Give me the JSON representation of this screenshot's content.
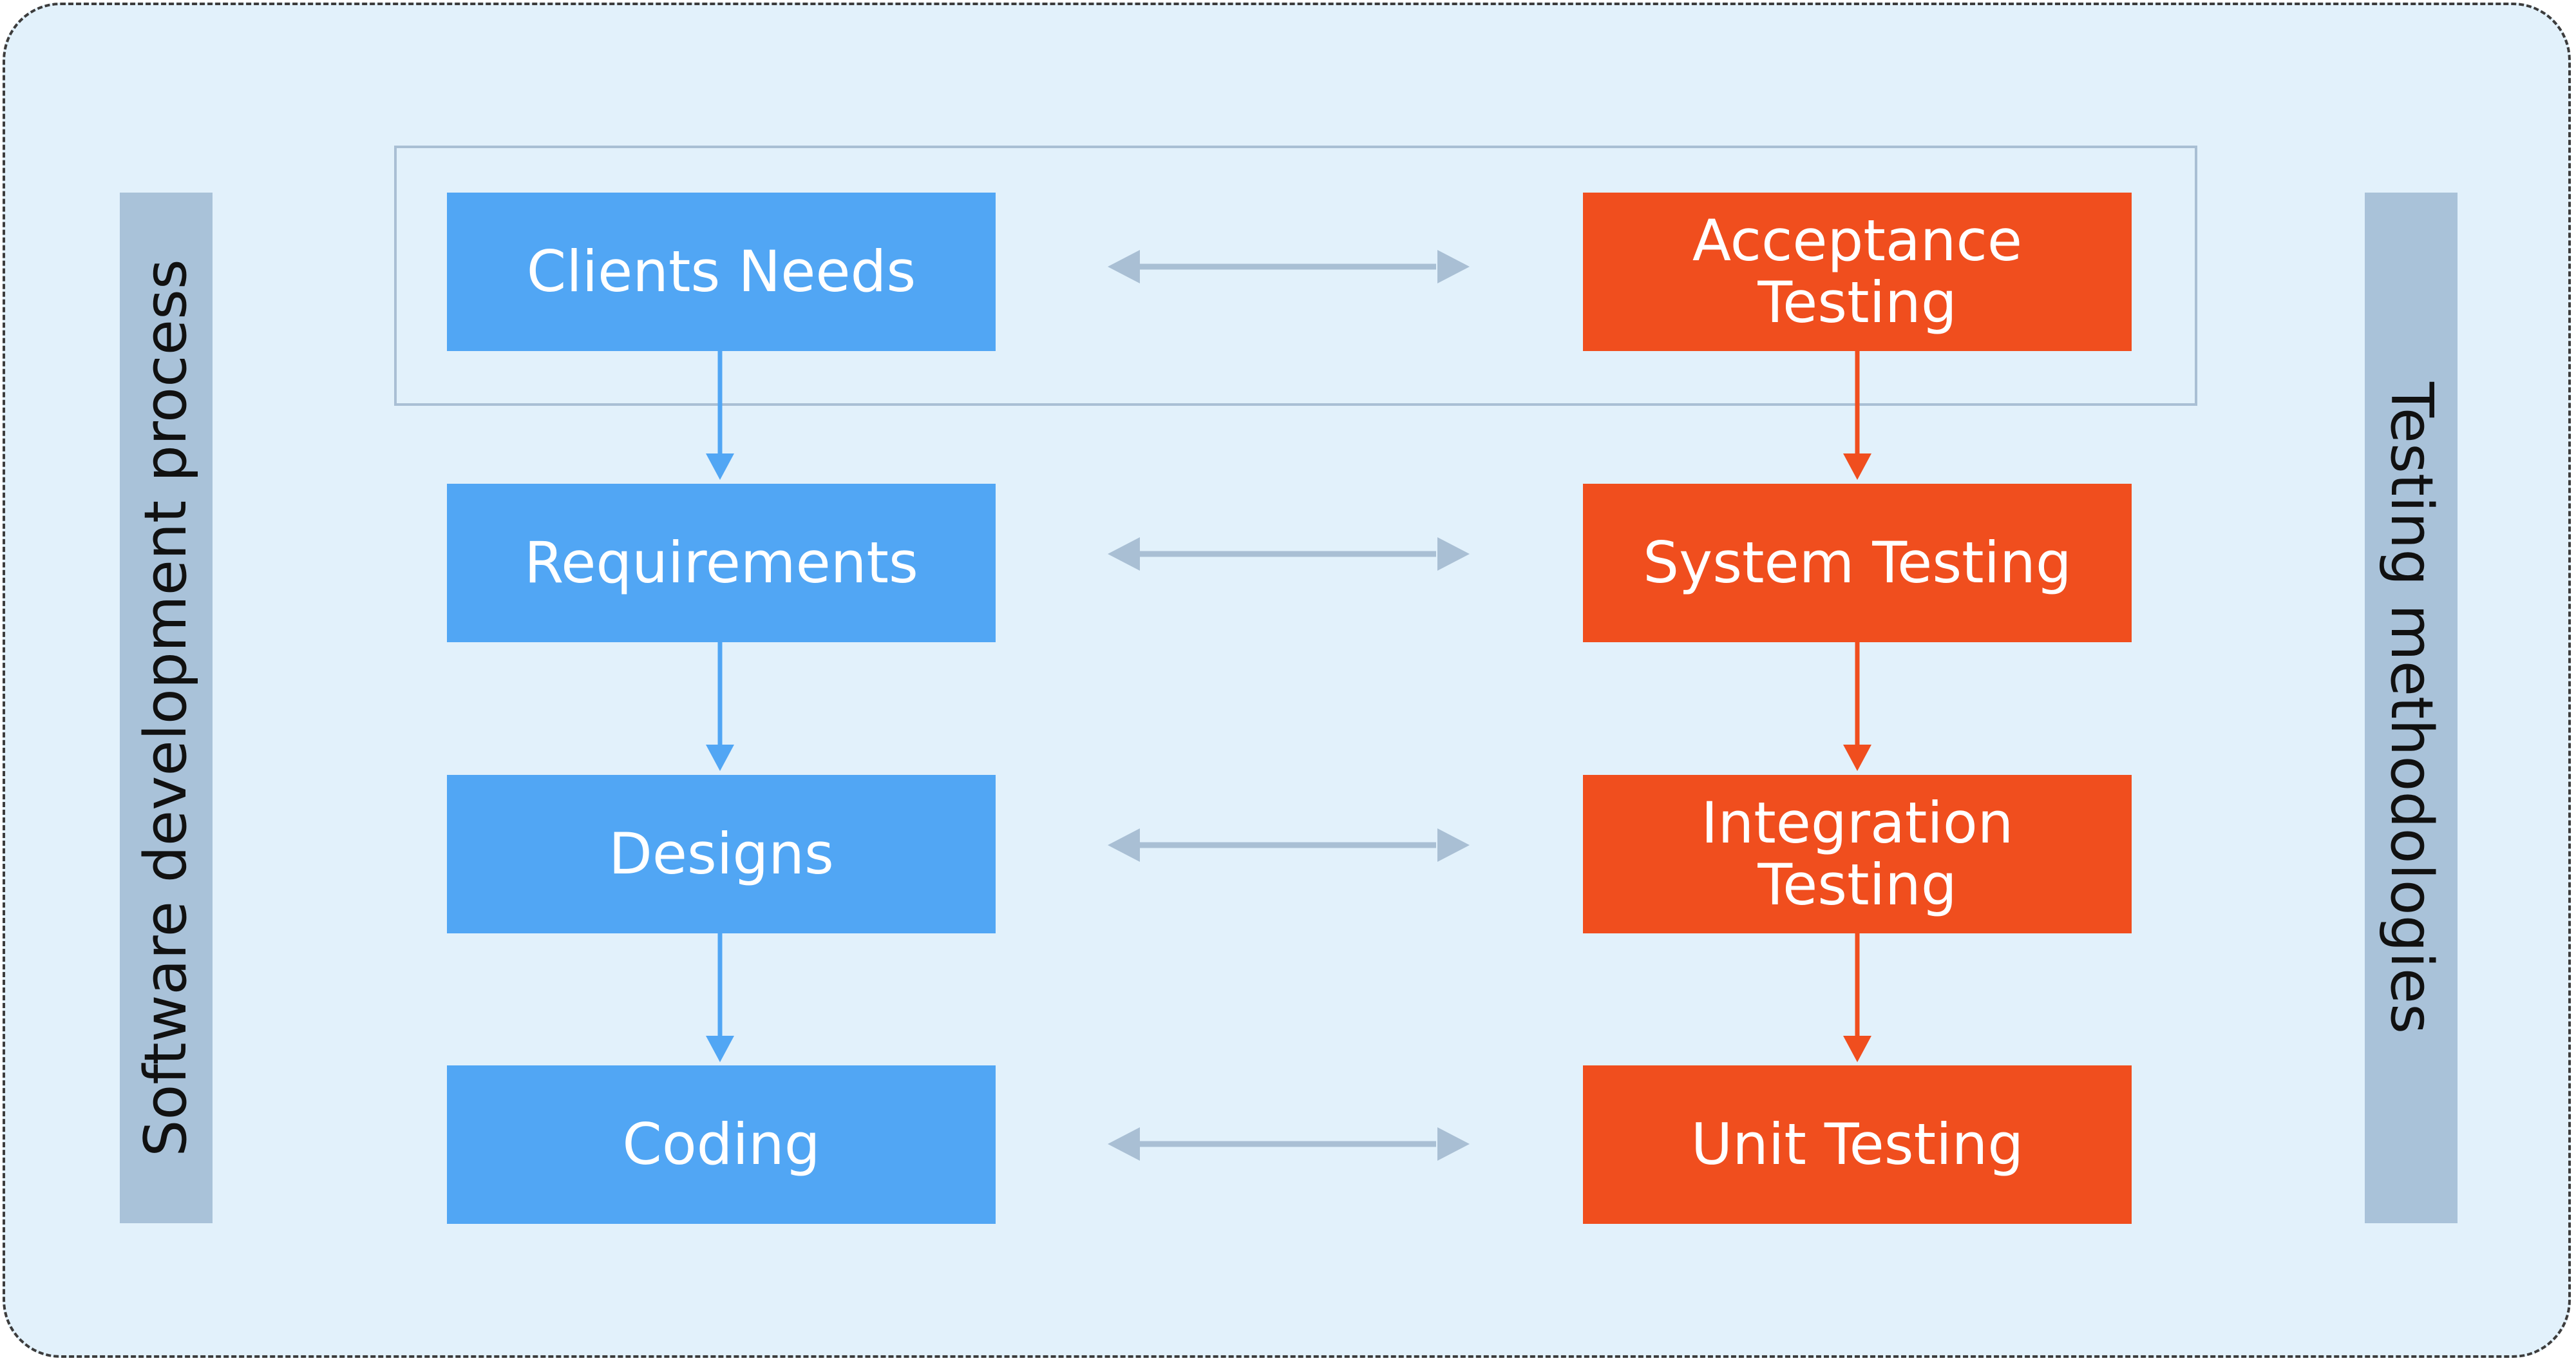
{
  "diagram": {
    "left_side_label": "Software development process",
    "right_side_label": "Testing methodologies",
    "development_steps": [
      {
        "label": "Clients Needs"
      },
      {
        "label": "Requirements"
      },
      {
        "label": "Designs"
      },
      {
        "label": "Coding"
      }
    ],
    "testing_steps": [
      {
        "label": "Acceptance Testing"
      },
      {
        "label": "System Testing"
      },
      {
        "label": "Integration Testing"
      },
      {
        "label": "Unit Testing"
      }
    ],
    "colors": {
      "background": "#e2f1fb",
      "development_box": "#51a6f4",
      "testing_box": "#f04e1e",
      "side_bar": "#a9c2d9",
      "link_arrow": "#a9bfd4"
    }
  }
}
